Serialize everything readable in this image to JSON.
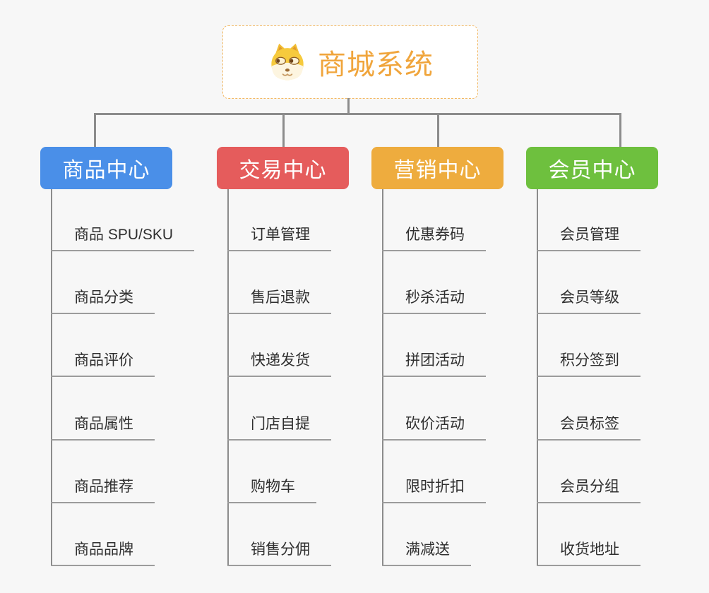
{
  "root": {
    "title": "商城系统",
    "icon": "dog-face"
  },
  "palette": {
    "background": "#F7F7F7",
    "connector": "#8C8C8C",
    "leaf_underline": "#9C9C9C",
    "leaf_text": "#2F2F2F",
    "root_title": "#F0A53C",
    "root_border": "#F2B863"
  },
  "branches": [
    {
      "label": "商品中心",
      "color": "#4A8FE8",
      "children": [
        "商品 SPU/SKU",
        "商品分类",
        "商品评价",
        "商品属性",
        "商品推荐",
        "商品品牌"
      ]
    },
    {
      "label": "交易中心",
      "color": "#E55C5C",
      "children": [
        "订单管理",
        "售后退款",
        "快递发货",
        "门店自提",
        "购物车",
        "销售分佣"
      ]
    },
    {
      "label": "营销中心",
      "color": "#EEAC3E",
      "children": [
        "优惠券码",
        "秒杀活动",
        "拼团活动",
        "砍价活动",
        "限时折扣",
        "满减送"
      ]
    },
    {
      "label": "会员中心",
      "color": "#6EC03E",
      "children": [
        "会员管理",
        "会员等级",
        "积分签到",
        "会员标签",
        "会员分组",
        "收货地址"
      ]
    }
  ]
}
